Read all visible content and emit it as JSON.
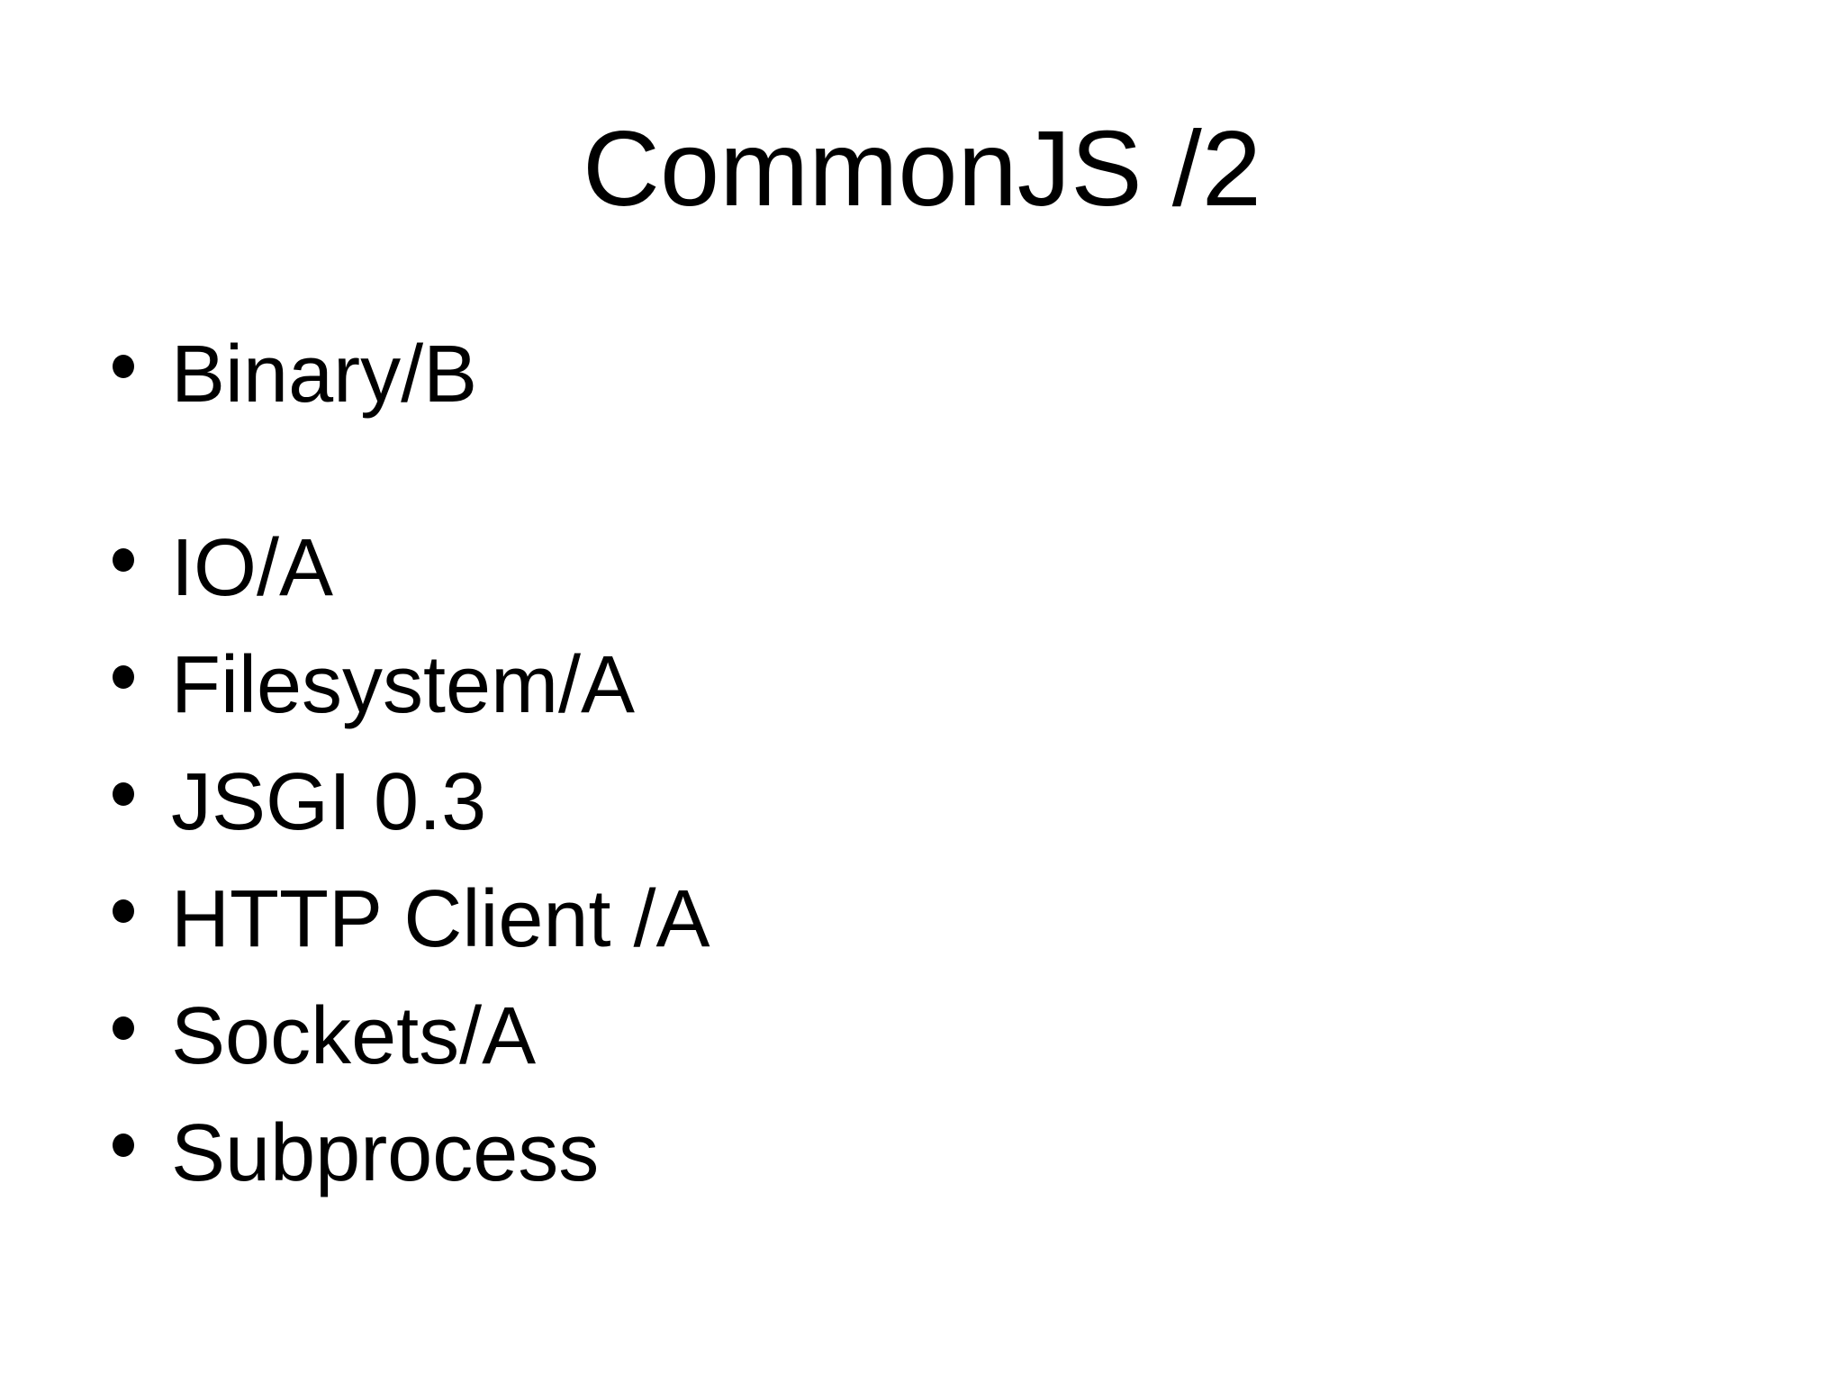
{
  "slide": {
    "title": "CommonJS /2",
    "bullets": [
      {
        "label": "Binary/B",
        "gap_after": true
      },
      {
        "label": "IO/A",
        "gap_after": false
      },
      {
        "label": "Filesystem/A",
        "gap_after": false
      },
      {
        "label": "JSGI 0.3",
        "gap_after": false
      },
      {
        "label": "HTTP Client /A",
        "gap_after": false
      },
      {
        "label": "Sockets/A",
        "gap_after": false
      },
      {
        "label": "Subprocess",
        "gap_after": false
      }
    ],
    "colors": {
      "background": "#ffffff",
      "text": "#000000"
    }
  }
}
